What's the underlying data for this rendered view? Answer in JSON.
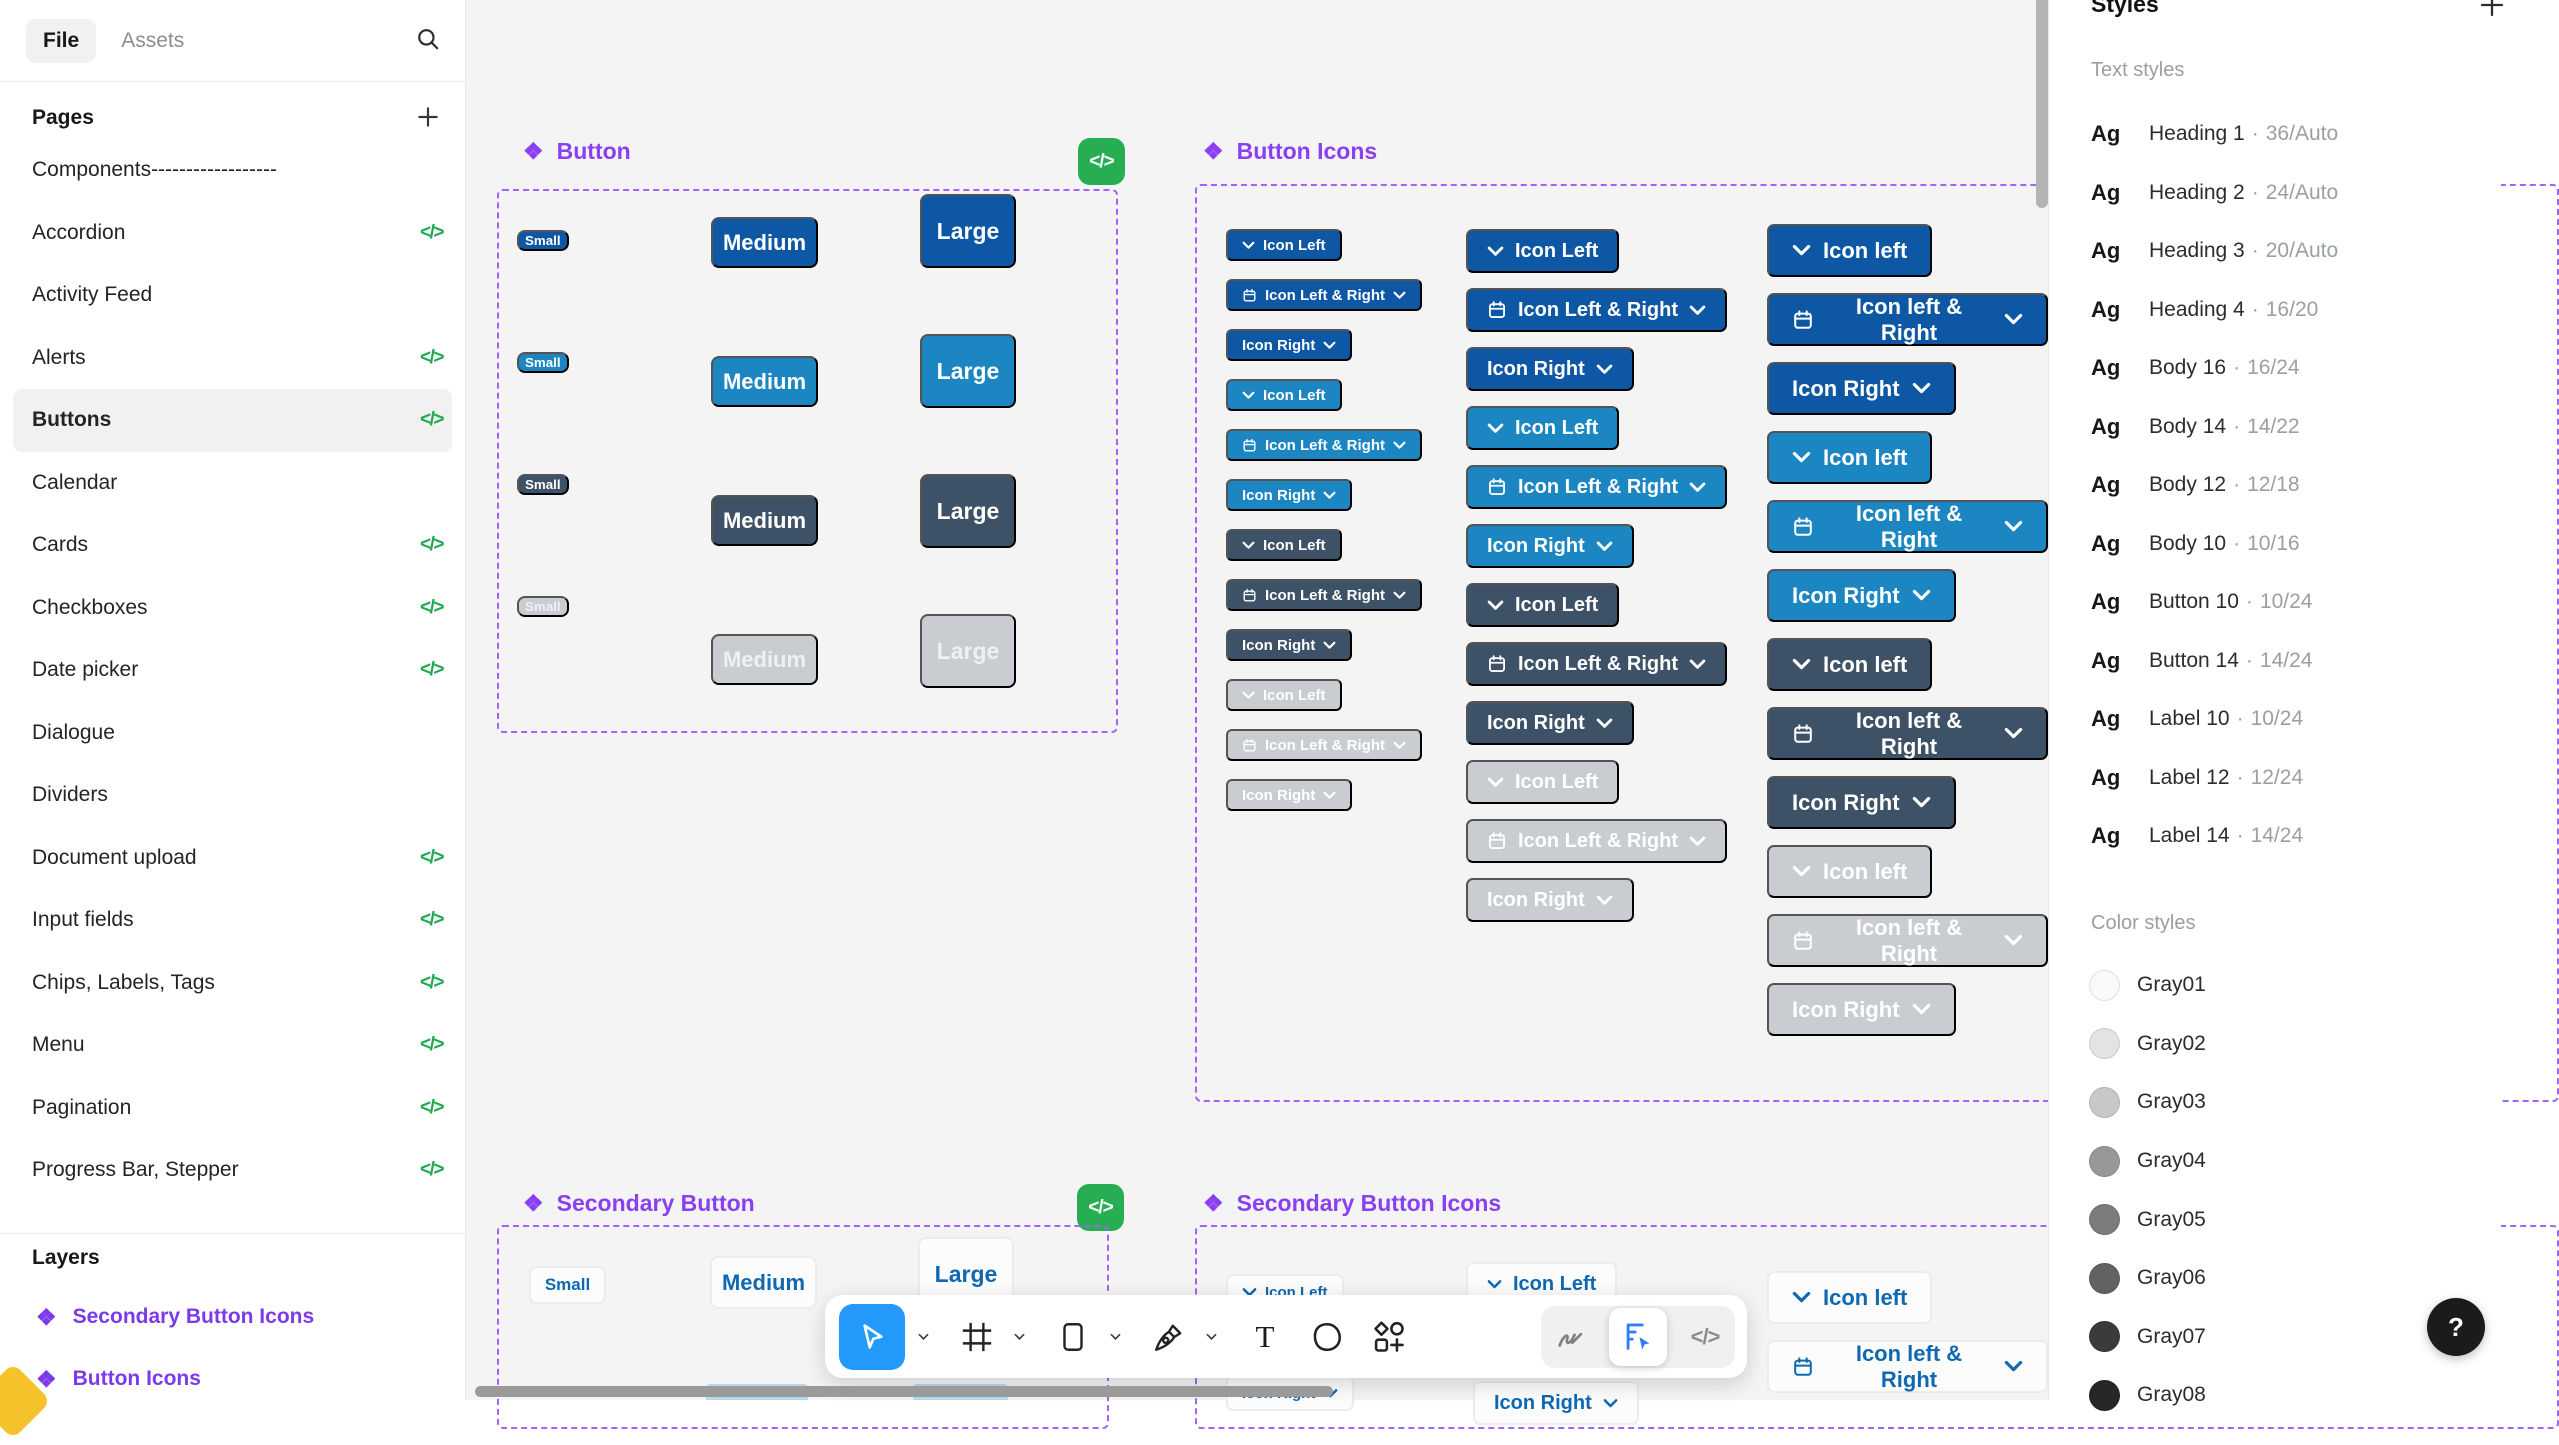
{
  "colors": {
    "primary": "#0d57a5",
    "primary_hover": "#1b86c2",
    "primary_pressed": "#3d5266",
    "disabled": "#c9cdd2",
    "accent_purple": "#8a3ff2",
    "dash_purple": "#a263f7",
    "code_green": "#1fa94f",
    "badge_green": "#27ae52",
    "layer_purple": "#7c3aed",
    "secondary_text": "#0f68b2",
    "tool_blue": "#2299fb"
  },
  "sidebar": {
    "tabs": [
      {
        "label": "File",
        "active": true
      },
      {
        "label": "Assets",
        "active": false
      }
    ],
    "pages": {
      "title": "Pages",
      "items": [
        {
          "label": "Components------------------"
        },
        {
          "label": "Accordion",
          "code": true
        },
        {
          "label": "Activity Feed"
        },
        {
          "label": "Alerts",
          "code": true
        },
        {
          "label": "Buttons",
          "code": true,
          "selected": true
        },
        {
          "label": "Calendar"
        },
        {
          "label": "Cards",
          "code": true
        },
        {
          "label": "Checkboxes",
          "code": true
        },
        {
          "label": "Date picker",
          "code": true
        },
        {
          "label": "Dialogue"
        },
        {
          "label": "Dividers"
        },
        {
          "label": "Document upload",
          "code": true
        },
        {
          "label": "Input fields",
          "code": true
        },
        {
          "label": "Chips, Labels, Tags",
          "code": true
        },
        {
          "label": "Menu",
          "code": true
        },
        {
          "label": "Pagination",
          "code": true
        },
        {
          "label": "Progress Bar, Stepper",
          "code": true
        }
      ]
    },
    "layers": {
      "title": "Layers",
      "items": [
        {
          "label": "Secondary Button Icons"
        },
        {
          "label": "Button Icons"
        }
      ]
    },
    "code_glyph": "</>"
  },
  "canvas": {
    "button_section": {
      "title": "Button",
      "code_badge": "</>",
      "small": [
        {
          "label": "Small",
          "state": "default"
        },
        {
          "label": "Small",
          "state": "hover"
        },
        {
          "label": "Small",
          "state": "pressed"
        },
        {
          "label": "Small",
          "state": "disabled"
        }
      ],
      "medium": [
        {
          "label": "Medium",
          "state": "default"
        },
        {
          "label": "Medium",
          "state": "hover"
        },
        {
          "label": "Medium",
          "state": "pressed"
        },
        {
          "label": "Medium",
          "state": "disabled"
        }
      ],
      "large": [
        {
          "label": "Large",
          "state": "default"
        },
        {
          "label": "Large",
          "state": "hover"
        },
        {
          "label": "Large",
          "state": "pressed"
        },
        {
          "label": "Large",
          "state": "disabled"
        }
      ]
    },
    "button_icons_section": {
      "title": "Button Icons",
      "code_badge": "</>",
      "col_small": [
        {
          "label": "Icon Left",
          "state": "default",
          "chevron_left": true
        },
        {
          "label": "Icon Left & Right",
          "state": "default",
          "calendar": true,
          "chevron_right": true
        },
        {
          "label": "Icon Right",
          "state": "default",
          "chevron_right": true
        },
        {
          "label": "Icon Left",
          "state": "hover",
          "chevron_left": true
        },
        {
          "label": "Icon Left & Right",
          "state": "hover",
          "calendar": true,
          "chevron_right": true
        },
        {
          "label": "Icon Right",
          "state": "hover",
          "chevron_right": true
        },
        {
          "label": "Icon Left",
          "state": "pressed",
          "chevron_left": true
        },
        {
          "label": "Icon Left & Right",
          "state": "pressed",
          "calendar": true,
          "chevron_right": true
        },
        {
          "label": "Icon Right",
          "state": "pressed",
          "chevron_right": true
        },
        {
          "label": "Icon Left",
          "state": "disabled",
          "chevron_left": true
        },
        {
          "label": "Icon Left & Right",
          "state": "disabled",
          "calendar": true,
          "chevron_right": true
        },
        {
          "label": "Icon Right",
          "state": "disabled",
          "chevron_right": true
        }
      ],
      "col_medium": [
        {
          "label": "Icon Left",
          "state": "default",
          "chevron_left": true
        },
        {
          "label": "Icon Left & Right",
          "state": "default",
          "calendar": true,
          "chevron_right": true
        },
        {
          "label": "Icon Right",
          "state": "default",
          "chevron_right": true
        },
        {
          "label": "Icon Left",
          "state": "hover",
          "chevron_left": true
        },
        {
          "label": "Icon Left & Right",
          "state": "hover",
          "calendar": true,
          "chevron_right": true
        },
        {
          "label": "Icon Right",
          "state": "hover",
          "chevron_right": true
        },
        {
          "label": "Icon Left",
          "state": "pressed",
          "chevron_left": true
        },
        {
          "label": "Icon Left & Right",
          "state": "pressed",
          "calendar": true,
          "chevron_right": true
        },
        {
          "label": "Icon Right",
          "state": "pressed",
          "chevron_right": true
        },
        {
          "label": "Icon Left",
          "state": "disabled",
          "chevron_left": true
        },
        {
          "label": "Icon Left & Right",
          "state": "disabled",
          "calendar": true,
          "chevron_right": true
        },
        {
          "label": "Icon Right",
          "state": "disabled",
          "chevron_right": true
        }
      ],
      "col_large": [
        {
          "label": "Icon left",
          "state": "default",
          "chevron_left": true
        },
        {
          "label": "Icon left & Right",
          "state": "default",
          "calendar": true,
          "chevron_right": true
        },
        {
          "label": "Icon Right",
          "state": "default",
          "chevron_right": true
        },
        {
          "label": "Icon left",
          "state": "hover",
          "chevron_left": true
        },
        {
          "label": "Icon left & Right",
          "state": "hover",
          "calendar": true,
          "chevron_right": true
        },
        {
          "label": "Icon Right",
          "state": "hover",
          "chevron_right": true
        },
        {
          "label": "Icon left",
          "state": "pressed",
          "chevron_left": true
        },
        {
          "label": "Icon left & Right",
          "state": "pressed",
          "calendar": true,
          "chevron_right": true
        },
        {
          "label": "Icon Right",
          "state": "pressed",
          "chevron_right": true
        },
        {
          "label": "Icon left",
          "state": "disabled",
          "chevron_left": true
        },
        {
          "label": "Icon left & Right",
          "state": "disabled",
          "calendar": true,
          "chevron_right": true
        },
        {
          "label": "Icon Right",
          "state": "disabled",
          "chevron_right": true
        }
      ]
    },
    "secondary_button_section": {
      "title": "Secondary Button",
      "code_badge": "</>",
      "buttons": [
        {
          "label": "Small"
        },
        {
          "label": "Medium"
        },
        {
          "label": "Large"
        }
      ]
    },
    "secondary_button_icons_section": {
      "title": "Secondary Button Icons",
      "ghosts": {
        "icon_left_small": "Icon Left",
        "icon_right_small": "Icon Right",
        "icon_left_medium": "Icon Left",
        "icon_right_medium": "Icon Right",
        "icon_left_large": "Icon left",
        "icon_left_right_large": "Icon left & Right"
      }
    }
  },
  "toolbar": {
    "tools": [
      "move-tool",
      "frame-tool",
      "rectangle-tool",
      "pen-tool",
      "text-tool",
      "shape-tool",
      "actions-tool"
    ],
    "active_tool": "move-tool",
    "right_tools": [
      "draw-tool",
      "dev-mode-tool",
      "code-tool"
    ],
    "active_right_tool": "dev-mode-tool",
    "code_glyph": "</>"
  },
  "styles_panel": {
    "title": "Styles",
    "text_styles": {
      "label": "Text styles",
      "dot": "·",
      "items": [
        {
          "sample": "Ag",
          "name": "Heading 1",
          "spec": "36/Auto"
        },
        {
          "sample": "Ag",
          "name": "Heading 2",
          "spec": "24/Auto"
        },
        {
          "sample": "Ag",
          "name": "Heading 3",
          "spec": "20/Auto"
        },
        {
          "sample": "Ag",
          "name": "Heading 4",
          "spec": "16/20"
        },
        {
          "sample": "Ag",
          "name": "Body 16",
          "spec": "16/24"
        },
        {
          "sample": "Ag",
          "name": "Body 14",
          "spec": "14/22"
        },
        {
          "sample": "Ag",
          "name": "Body 12",
          "spec": "12/18"
        },
        {
          "sample": "Ag",
          "name": "Body 10",
          "spec": "10/16"
        },
        {
          "sample": "Ag",
          "name": "Button 10",
          "spec": "10/24"
        },
        {
          "sample": "Ag",
          "name": "Button 14",
          "spec": "14/24"
        },
        {
          "sample": "Ag",
          "name": "Label 10",
          "spec": "10/24"
        },
        {
          "sample": "Ag",
          "name": "Label 12",
          "spec": "12/24"
        },
        {
          "sample": "Ag",
          "name": "Label 14",
          "spec": "14/24"
        }
      ]
    },
    "color_styles": {
      "label": "Color styles",
      "items": [
        {
          "name": "Gray01",
          "color": "#f9f9fa"
        },
        {
          "name": "Gray02",
          "color": "#e2e3e5"
        },
        {
          "name": "Gray03",
          "color": "#c6c8ca"
        },
        {
          "name": "Gray04",
          "color": "#96989a"
        },
        {
          "name": "Gray05",
          "color": "#7a7c7e"
        },
        {
          "name": "Gray06",
          "color": "#606264"
        },
        {
          "name": "Gray07",
          "color": "#3a3b3d"
        },
        {
          "name": "Gray08",
          "color": "#252628"
        }
      ]
    }
  },
  "help": {
    "label": "?"
  }
}
